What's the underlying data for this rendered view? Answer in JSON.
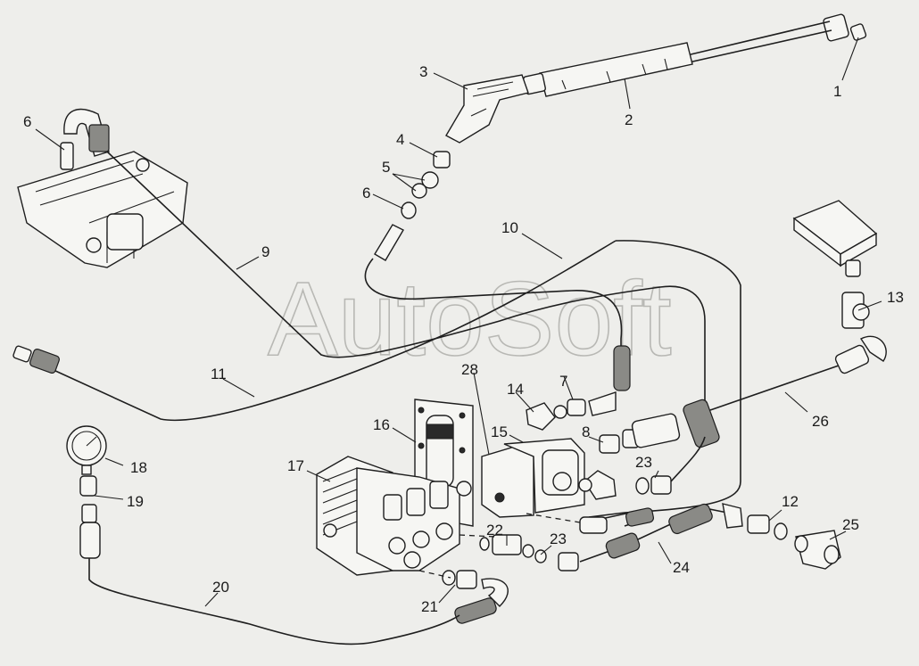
{
  "watermark": "AutoSoft",
  "callouts": {
    "c1": "1",
    "c2": "2",
    "c3": "3",
    "c4": "4",
    "c5": "5",
    "c6a": "6",
    "c6b": "6",
    "c7": "7",
    "c8": "8",
    "c9": "9",
    "c10": "10",
    "c11": "11",
    "c12": "12",
    "c13": "13",
    "c14": "14",
    "c15": "15",
    "c16": "16",
    "c17": "17",
    "c18": "18",
    "c19": "19",
    "c20": "20",
    "c21": "21",
    "c22": "22",
    "c23a": "23",
    "c23b": "23",
    "c24": "24",
    "c25": "25",
    "c26": "26",
    "c28": "28"
  }
}
